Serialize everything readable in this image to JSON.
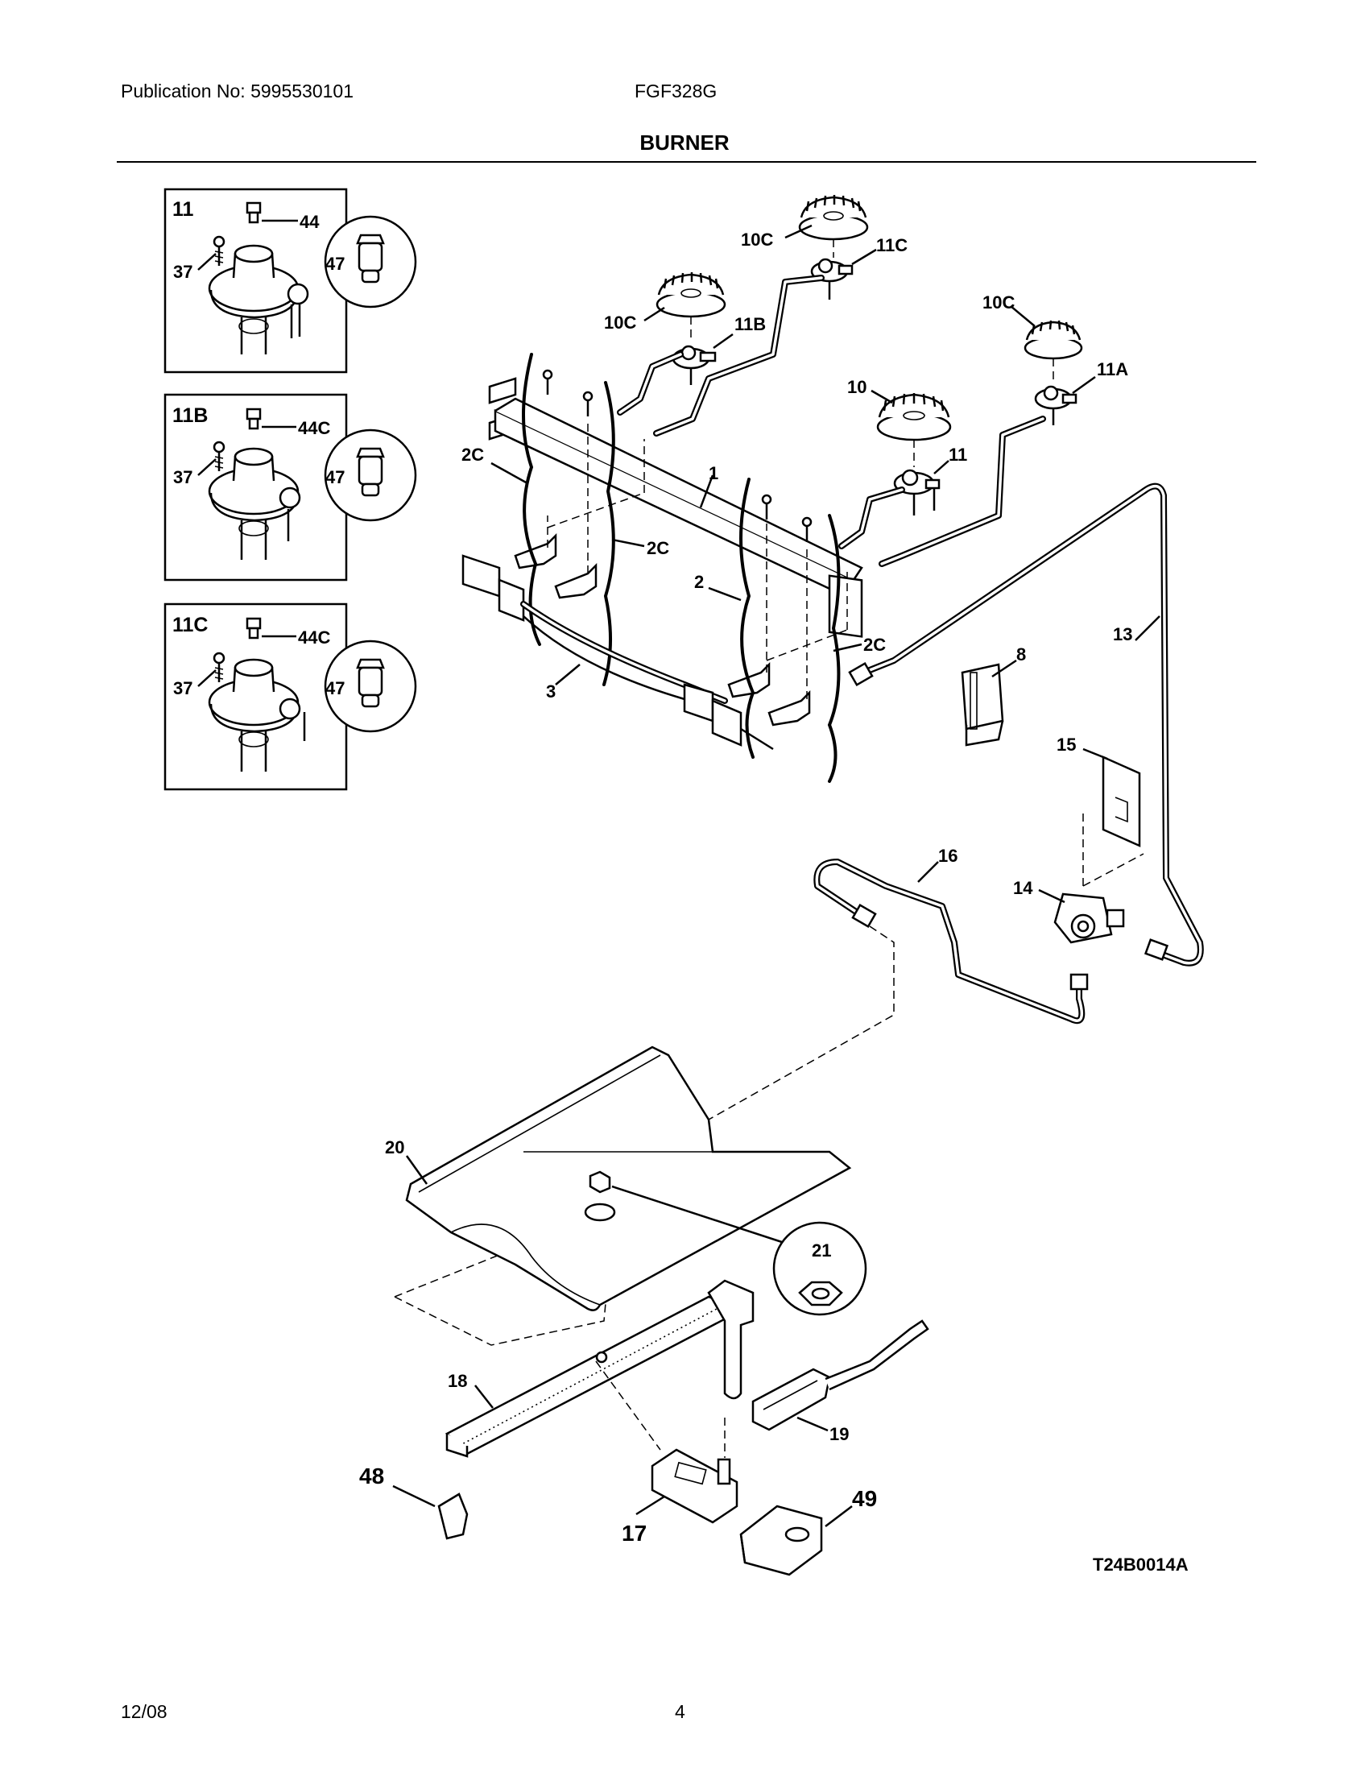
{
  "header": {
    "publication": "Publication No: 5995530101",
    "model": "FGF328G",
    "title": "BURNER"
  },
  "footer": {
    "date": "12/08",
    "page_number": "4"
  },
  "insets": {
    "inset_11": {
      "title": "11",
      "part_a": "44",
      "part_b": "37",
      "part_c": "47"
    },
    "inset_11b": {
      "title": "11B",
      "part_a": "44C",
      "part_b": "37",
      "part_c": "47"
    },
    "inset_11c": {
      "title": "11C",
      "part_a": "44C",
      "part_b": "37",
      "part_c": "47"
    }
  },
  "callouts": {
    "c10c_top": "10C",
    "c11c_top": "11C",
    "c10c_mid": "10C",
    "c11b": "11B",
    "c10c_right": "10C",
    "c11a": "11A",
    "c10": "10",
    "c11": "11",
    "c2c_left": "2C",
    "c1": "1",
    "c2c_mid": "2C",
    "c2": "2",
    "c2c_right": "2C",
    "c3": "3",
    "c8": "8",
    "c13": "13",
    "c15": "15",
    "c16": "16",
    "c14": "14",
    "c20": "20",
    "c21": "21",
    "c18": "18",
    "c19": "19",
    "c48": "48",
    "c17": "17",
    "c49": "49"
  },
  "diagram_code": "T24B0014A"
}
